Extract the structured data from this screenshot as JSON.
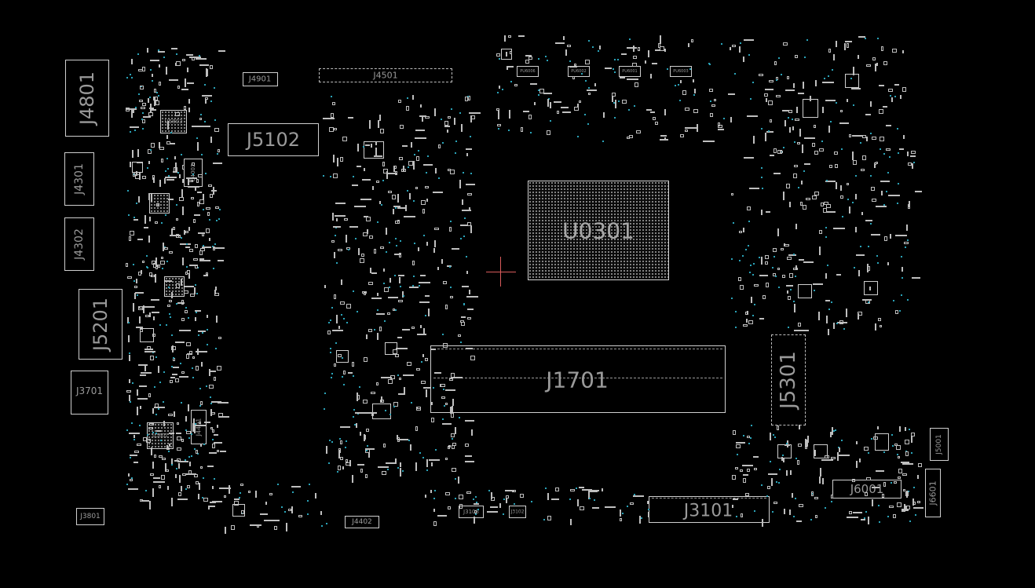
{
  "colors": {
    "background": "#000000",
    "outline": "#cfcfcf",
    "label": "#9a9a9a",
    "via": "#2aa3b8",
    "cursor": "#d95b5b"
  },
  "components": {
    "J4801": "J4801",
    "J4301": "J4301",
    "J4302": "J4302",
    "J5201": "J5201",
    "J3701": "J3701",
    "J3801": "J3801",
    "J4901": "J4901",
    "J4501": "J4501",
    "J5102": "J5102",
    "U0301": "U0301",
    "J1701": "J1701",
    "J5301": "J5301",
    "J3101": "J3101",
    "J6001": "J6001",
    "J6601": "J6601",
    "J5001": "J5001",
    "J4402": "J4402",
    "J3103": "J3103",
    "J4401": "J4401",
    "U4002": "U4002",
    "U5803": "U5803",
    "U3601": "U3601",
    "J3102": "J3102",
    "PU6006": "PU6006",
    "PU6002": "PU6002",
    "PU6001": "PU6001",
    "PU6003": "PU6003"
  }
}
